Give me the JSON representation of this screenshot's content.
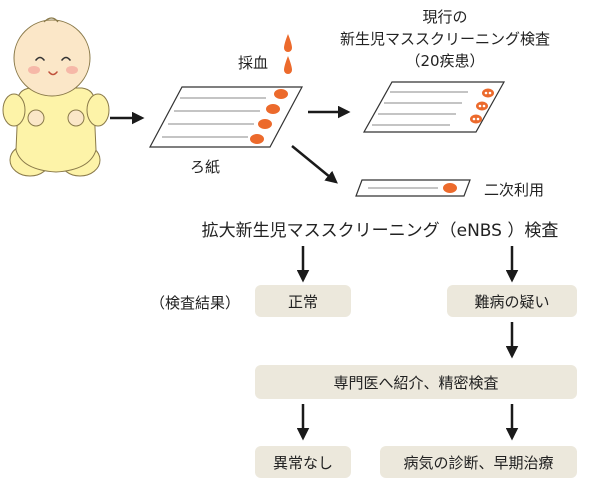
{
  "labels": {
    "blood_sampling": "採血",
    "filter_paper": "ろ紙",
    "current_screening_line1": "現行の",
    "current_screening_line2": "新生児マススクリーニング検査",
    "current_screening_line3": "（20疾患）",
    "secondary_use": "二次利用",
    "enbs_title": "拡大新生児マススクリーニング（eNBS ）検査",
    "test_result": "（検査結果）"
  },
  "boxes": {
    "normal": "正常",
    "suspected_disease": "難病の疑い",
    "referral": "専門医へ紹介、精密検査",
    "no_abnormality": "異常なし",
    "diagnosis_treatment": "病気の診断、早期治療"
  },
  "colors": {
    "accent_orange": "#ec6a2c",
    "box_fill": "#ece8dc",
    "baby_skin": "#fbe7c8",
    "baby_clothes": "#fdf3a8",
    "arrow": "#1a1a1a"
  }
}
